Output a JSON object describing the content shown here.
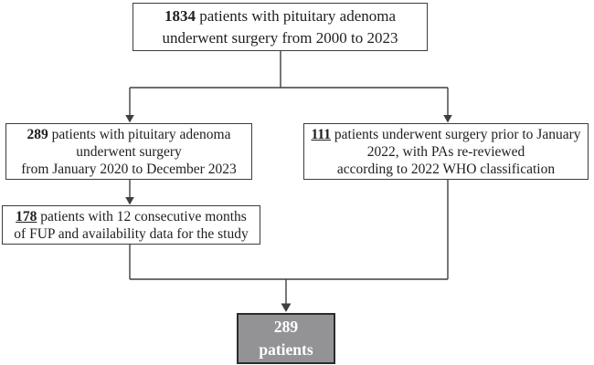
{
  "flowchart": {
    "boxes": {
      "total": {
        "number": "1834",
        "line1_rest": " patients with pituitary adenoma",
        "line2": "underwent surgery from 2000 to 2023"
      },
      "recent": {
        "number": "289",
        "line1_rest": " patients with pituitary adenoma",
        "line2": "underwent surgery",
        "line3": "from January 2020 to December 2023"
      },
      "rereviewed": {
        "number": "111",
        "line1_rest": " patients underwent surgery prior to January",
        "line2": "2022, with PAs re-reviewed",
        "line3": "according to 2022 WHO classification"
      },
      "fup": {
        "number": "178",
        "line1_rest": " patients with 12 consecutive months",
        "line2": "of FUP and availability data for the study"
      },
      "final": {
        "line1": "289",
        "line2": "patients"
      }
    },
    "colors": {
      "box_border": "#3d3d3d",
      "connector_line": "#3f3f3f",
      "text": "#1f1f1f",
      "final_box_fill": "#939396",
      "final_box_border": "#2b2b2b",
      "final_box_text": "#ffffff",
      "background": "#ffffff"
    }
  }
}
